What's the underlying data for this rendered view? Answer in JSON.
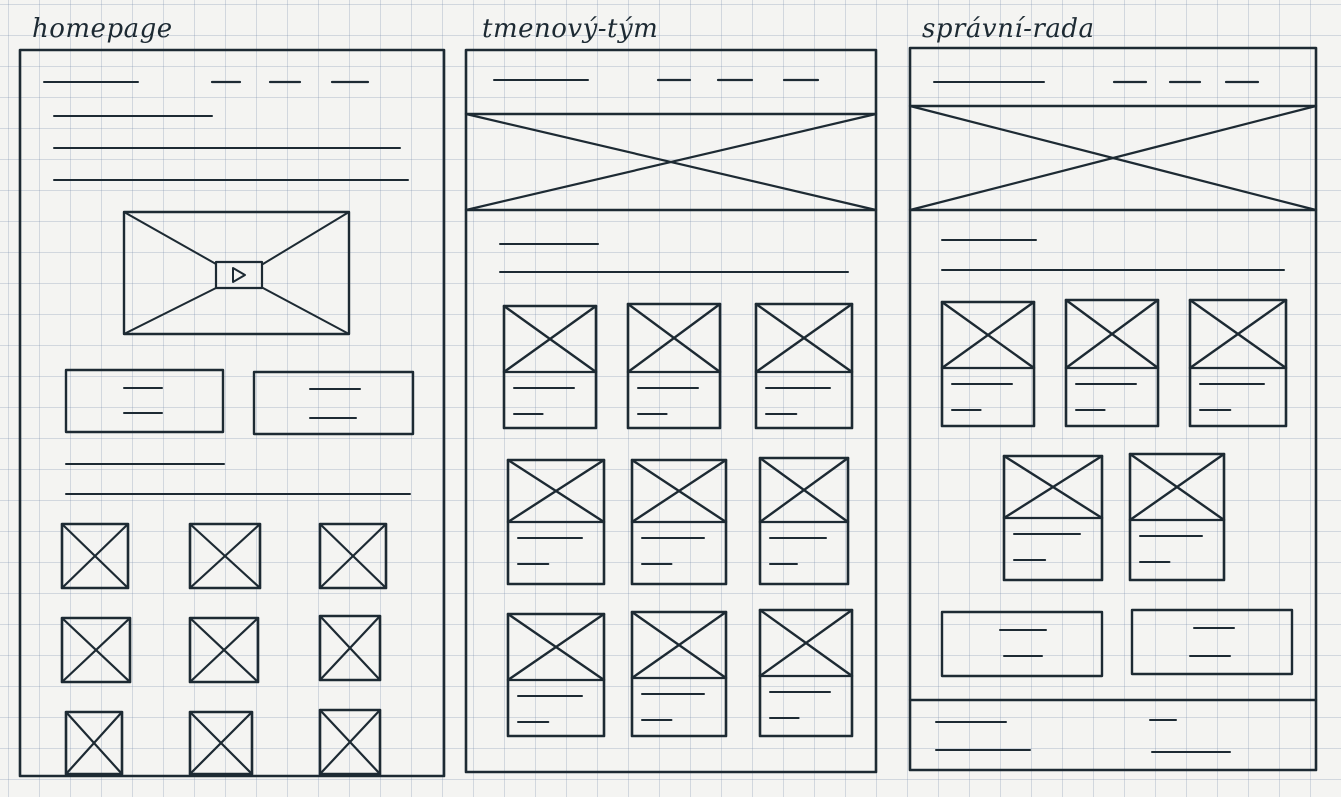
{
  "pages": [
    {
      "title": "homepage"
    },
    {
      "title": "tmenový-tým"
    },
    {
      "title": "správní-rada"
    }
  ],
  "colors": {
    "ink": "#1d2a33",
    "paper": "#f4f4f2",
    "grid": "#8c9aae"
  }
}
